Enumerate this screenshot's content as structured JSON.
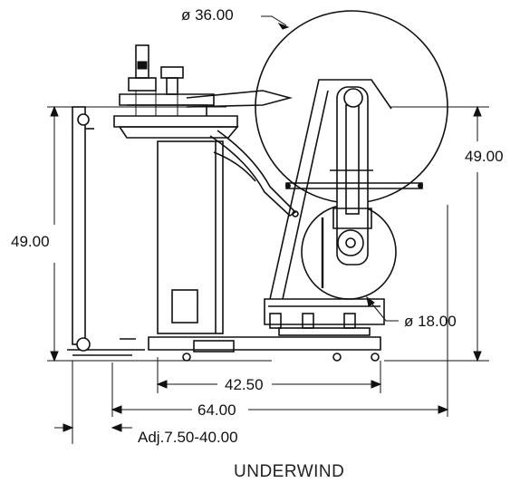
{
  "diagram": {
    "dimensions": {
      "large_roll_diameter": "ø 36.00",
      "left_height": "49.00",
      "right_height": "49.00",
      "small_roll_diameter": "ø 18.00",
      "base_width": "42.50",
      "overall_width": "64.00",
      "adjustment_range": "Adj.7.50-40.00"
    },
    "caption": "UNDERWIND"
  }
}
